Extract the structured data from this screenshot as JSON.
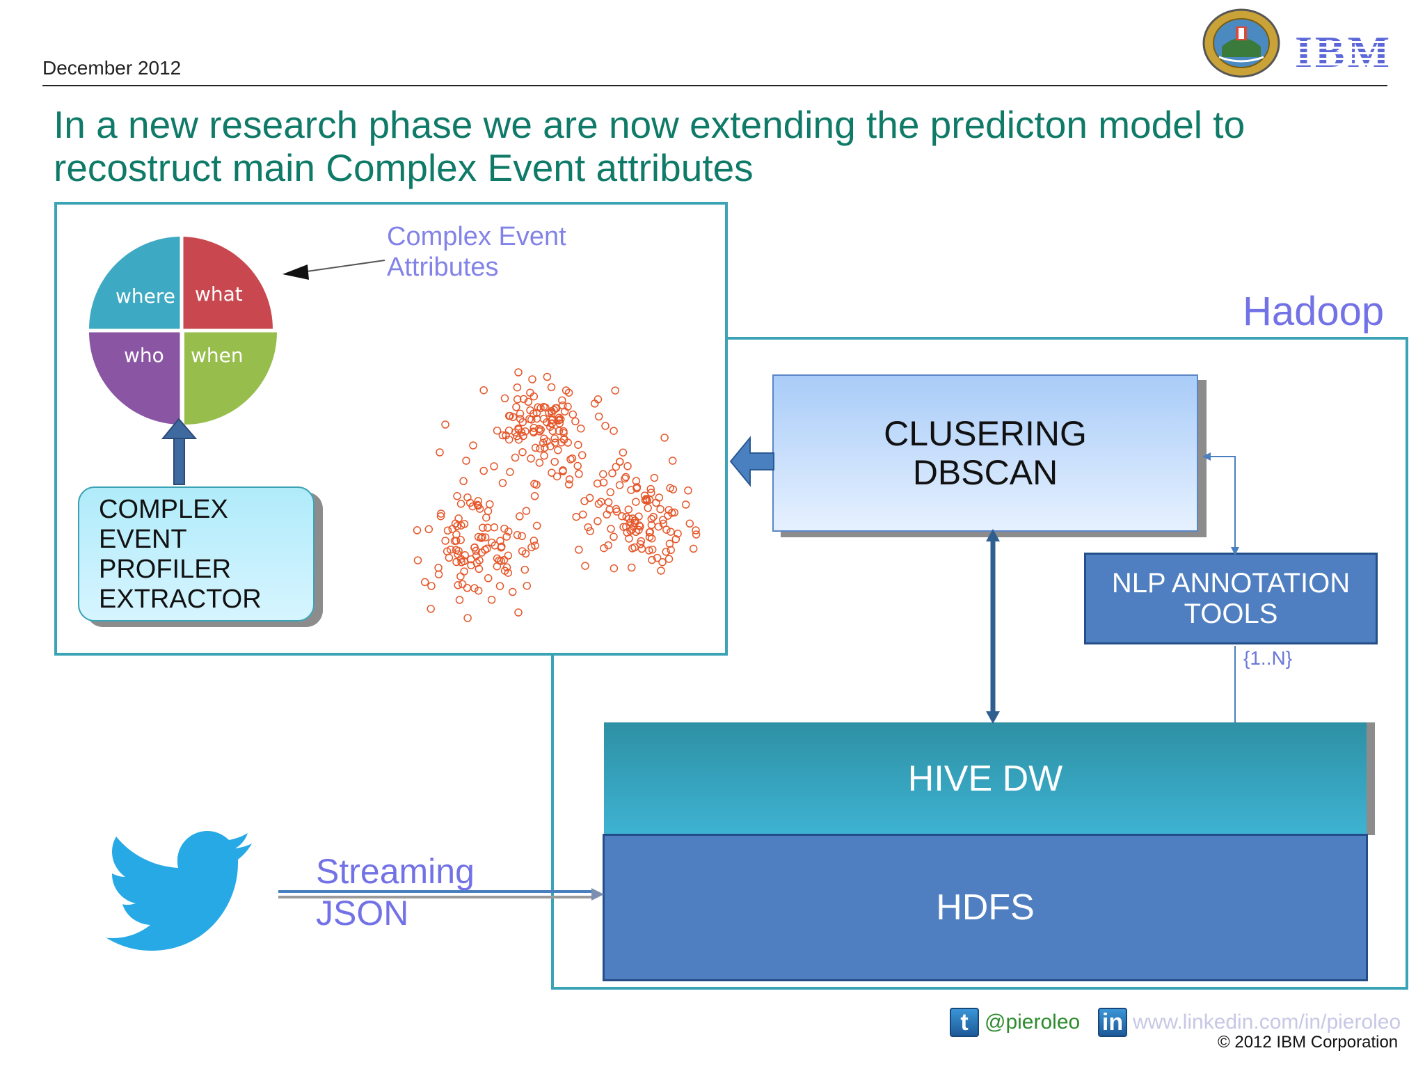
{
  "header": {
    "date": "December  2012",
    "logo_text": "IBM"
  },
  "title": {
    "line1": "In a new research phase we are now extending the predicton model to",
    "line2": "recostruct main Complex Event attributes"
  },
  "complex_event": {
    "label_line1": "Complex Event",
    "label_line2": "Attributes",
    "pie": {
      "where": {
        "label": "where",
        "color": "#3ea9c2"
      },
      "what": {
        "label": "what",
        "color": "#c9484f"
      },
      "who": {
        "label": "who",
        "color": "#8a55a3"
      },
      "when": {
        "label": "when",
        "color": "#97bd4c"
      }
    },
    "profiler": {
      "line1": "COMPLEX",
      "line2": "EVENT",
      "line3": "PROFILER",
      "line4": "EXTRACTOR"
    }
  },
  "hadoop": {
    "label": "Hadoop",
    "clustering": {
      "line1": "CLUSERING",
      "line2": "DBSCAN"
    },
    "nlp": {
      "line1": "NLP ANNOTATION",
      "line2": "TOOLS",
      "cardinality": "{1..N}"
    },
    "hive": "HIVE DW",
    "hdfs": "HDFS"
  },
  "streaming": {
    "line1": "Streaming",
    "line2": "JSON"
  },
  "footer": {
    "twitter": "@pieroleo",
    "linkedin_url": "www.linkedin.com/in/pieroleo",
    "copyright": "© 2012 IBM Corporation",
    "twitter_glyph": "t",
    "linkedin_glyph": "in"
  },
  "colors": {
    "accent_teal": "#0e7a67",
    "frame": "#3ba3b6",
    "label_purple": "#7272e6",
    "box_blue": "#4f7fc0",
    "scatter": "#e5572a"
  }
}
